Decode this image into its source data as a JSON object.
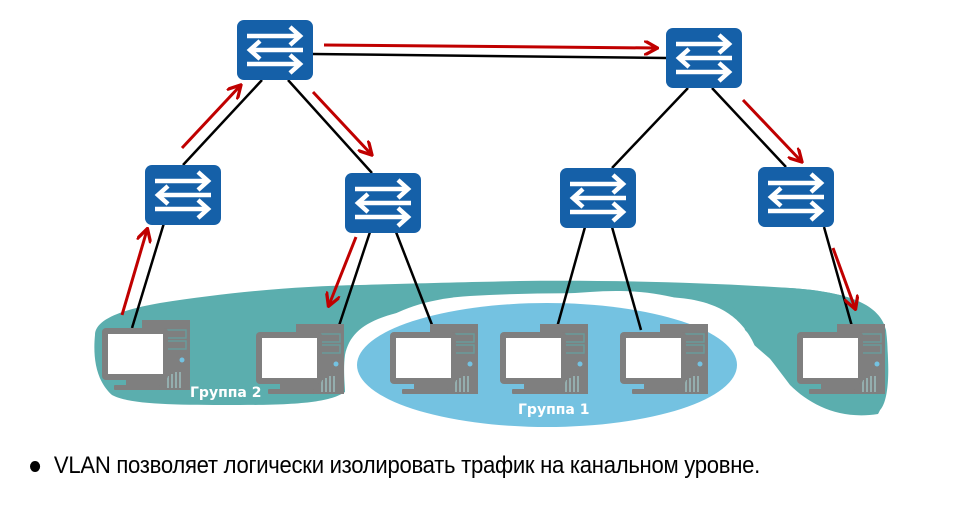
{
  "groups": [
    {
      "id": "group2",
      "label": "Группа 2",
      "color": "#5BAEAE"
    },
    {
      "id": "group1",
      "label": "Группа 1",
      "color": "#74C2E1"
    }
  ],
  "colors": {
    "switch_fill": "#1560A8",
    "link": "#000000",
    "traffic_arrow": "#C00000",
    "pc_gray": "#7F7F7F",
    "screen": "#FFFFFF"
  },
  "switches": [
    "core-left",
    "core-right",
    "access-1",
    "access-2",
    "access-3",
    "access-4"
  ],
  "pcs": [
    {
      "id": "pc1",
      "group": "Группа 2"
    },
    {
      "id": "pc2",
      "group": "Группа 2"
    },
    {
      "id": "pc3",
      "group": "Группа 1"
    },
    {
      "id": "pc4",
      "group": "Группа 1"
    },
    {
      "id": "pc5",
      "group": "Группа 1"
    },
    {
      "id": "pc6",
      "group": "Группа 2"
    }
  ],
  "caption": {
    "text": "VLAN позволяет логически изолировать трафик на канальном уровне."
  }
}
